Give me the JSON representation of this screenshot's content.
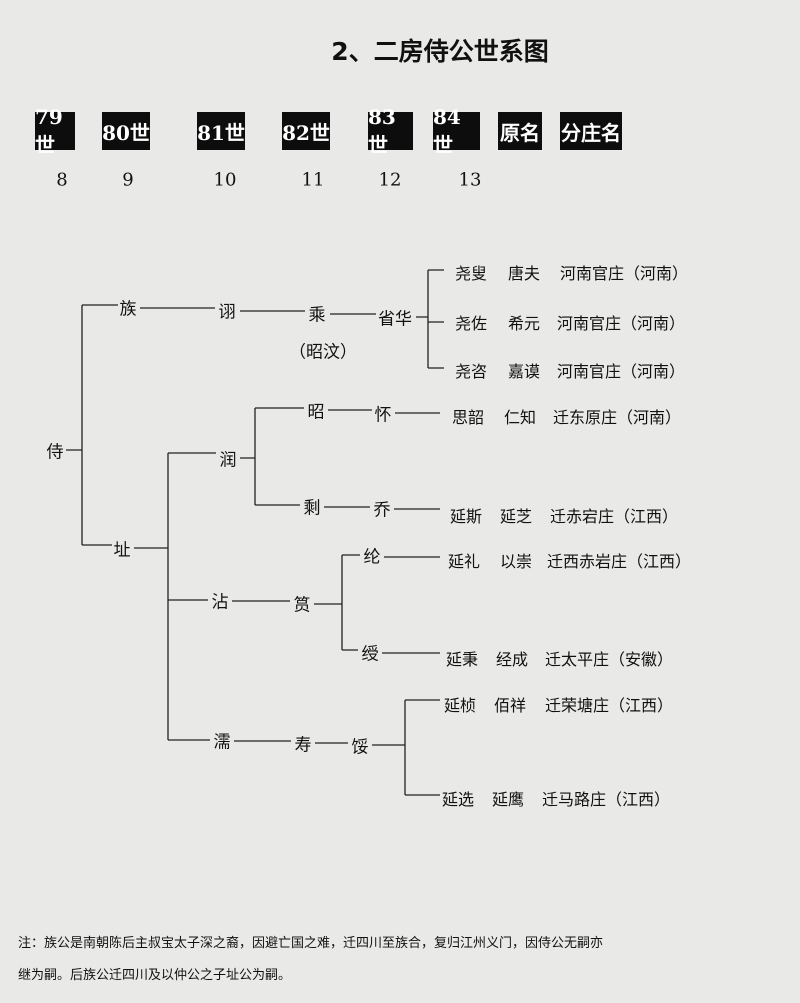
{
  "title": "2、二房侍公世系图",
  "headers": [
    "79世",
    "80世",
    "81世",
    "82世",
    "83世",
    "84世",
    "原名",
    "分庄名"
  ],
  "generation_numbers": [
    "8",
    "9",
    "10",
    "11",
    "12",
    "13"
  ],
  "nodes": {
    "shi": "侍",
    "zu": "族",
    "zhi": "址",
    "xu": "诩",
    "cheng": "乘",
    "cheng_alias": "（昭汶）",
    "shenghua": "省华",
    "run": "润",
    "zhao": "昭",
    "huai": "怀",
    "sheng": "剩",
    "qiao": "乔",
    "zhan": "沾",
    "yun": "筼",
    "lun": "纶",
    "shou2": "绶",
    "ru": "濡",
    "shou": "寿",
    "nei": "馁"
  },
  "rows": [
    {
      "name": "尧叟",
      "original": "唐夫",
      "branch": "河南官庄（河南）"
    },
    {
      "name": "尧佐",
      "original": "希元",
      "branch": "河南官庄（河南）"
    },
    {
      "name": "尧咨",
      "original": "嘉谟",
      "branch": "河南官庄（河南）"
    },
    {
      "name": "思韶",
      "original": "仁知",
      "branch": "迁东原庄（河南）"
    },
    {
      "name": "延斯",
      "original": "延芝",
      "branch": "迁赤宕庄（江西）"
    },
    {
      "name": "延礼",
      "original": "以崇",
      "branch": "迁西赤岩庄（江西）"
    },
    {
      "name": "延秉",
      "original": "经成",
      "branch": "迁太平庄（安徽）"
    },
    {
      "name": "延桢",
      "original": "佰祥",
      "branch": "迁荣塘庄（江西）"
    },
    {
      "name": "延选",
      "original": "延鹰",
      "branch": "迁马路庄（江西）"
    }
  ],
  "note": {
    "line1": "注：族公是南朝陈后主叔宝太子深之裔，因避亡国之难，迁四川至族合，复归江州义门，因侍公无嗣亦",
    "line2": "继为嗣。后族公迁四川及以仲公之子址公为嗣。"
  }
}
